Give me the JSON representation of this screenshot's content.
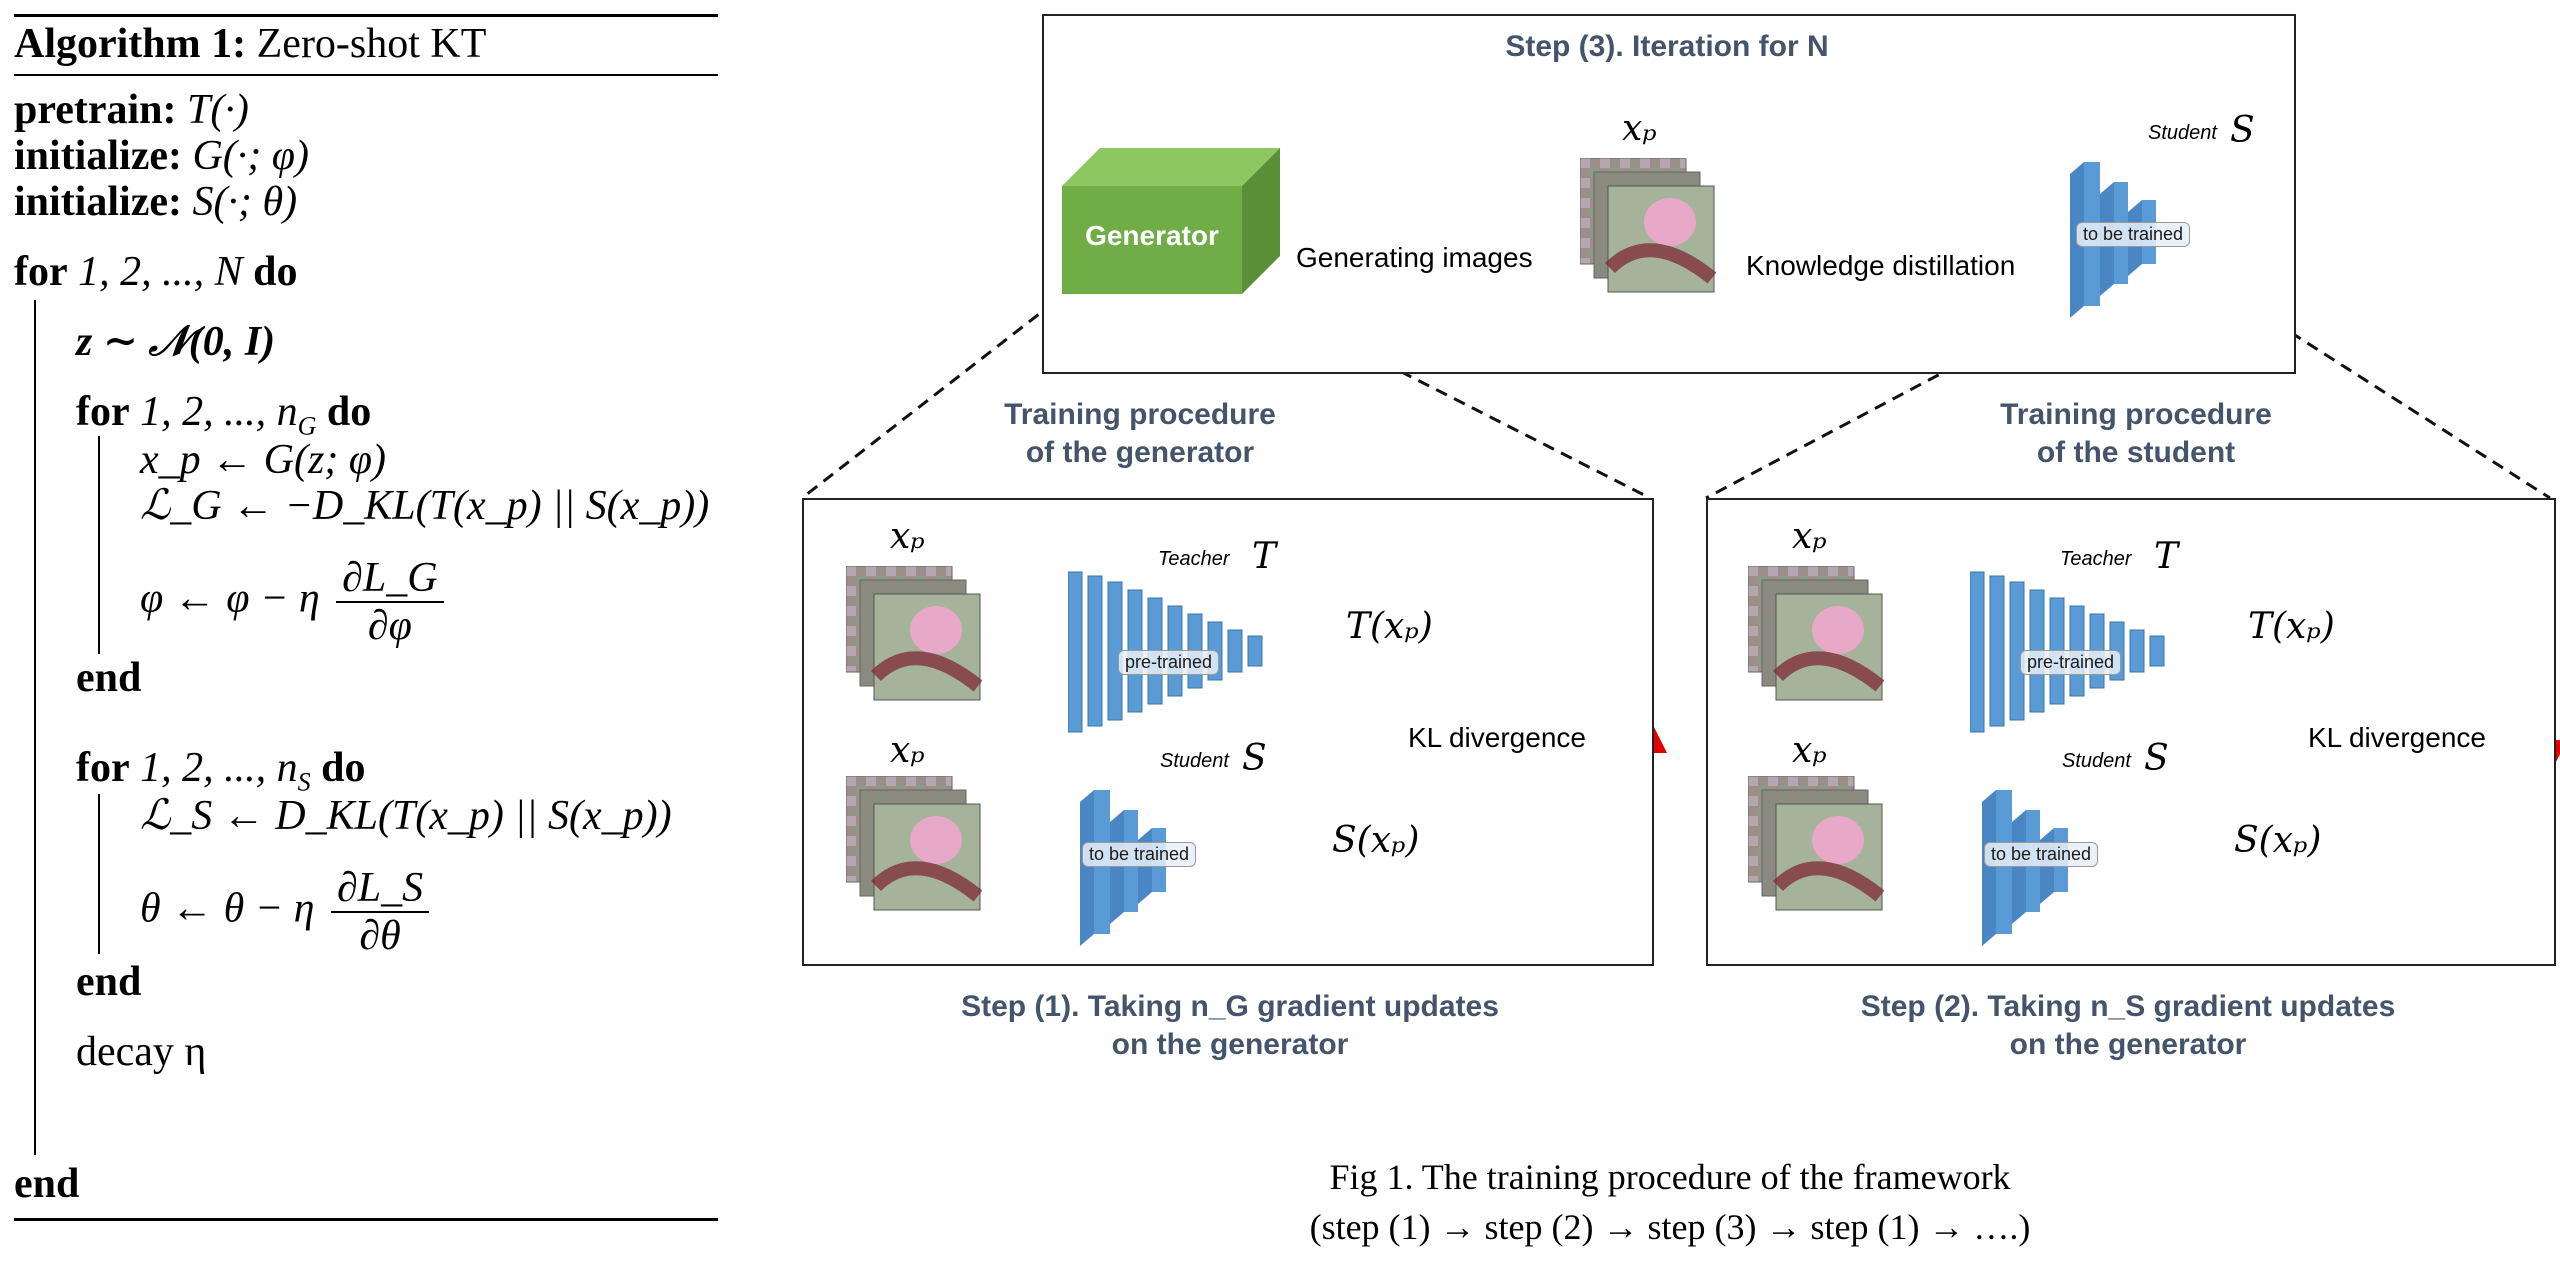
{
  "algorithm": {
    "title_kw": "Algorithm 1:",
    "title": "Zero-shot KT",
    "pretrain_kw": "pretrain:",
    "pretrain": "T(·)",
    "init1_kw": "initialize:",
    "init1": "G(·; φ)",
    "init2_kw": "initialize:",
    "init2": "S(·; θ)",
    "for_kw": "for",
    "for_range": "1, 2, ..., N",
    "do_kw": "do",
    "z_line": "z ∼ 𝒩(0, I)",
    "inner1_for": "for",
    "inner1_range": "1, 2, ..., n",
    "inner1_sub": "G",
    "inner1_do": "do",
    "xp_line": "x_p ← G(z; φ)",
    "lg_line": "ℒ_G ← −D_KL(T(x_p) || S(x_p))",
    "phi_lhs": "φ ← φ − η",
    "phi_num": "∂L_G",
    "phi_den": "∂φ",
    "end1": "end",
    "inner2_for": "for",
    "inner2_range": "1, 2, ..., n",
    "inner2_sub": "S",
    "inner2_do": "do",
    "ls_line": "ℒ_S ← D_KL(T(x_p) || S(x_p))",
    "theta_lhs": "θ ← θ − η",
    "theta_num": "∂L_S",
    "theta_den": "∂θ",
    "end2": "end",
    "decay": "decay η",
    "end_outer": "end"
  },
  "diagram": {
    "step3_title": "Step (3). Iteration for N",
    "generator_label": "Generator",
    "generating_images": "Generating images",
    "knowledge_distillation": "Knowledge distillation",
    "xp": "xₚ",
    "student_word": "Student",
    "student_sym": "S",
    "teacher_word": "Teacher",
    "teacher_sym": "T",
    "to_be_trained": "to be trained",
    "pre_trained": "pre-trained",
    "t_xp": "T(xₚ)",
    "s_xp": "S(xₚ)",
    "kl_divergence": "KL divergence",
    "train_gen_title_1": "Training procedure",
    "train_gen_title_2": "of the generator",
    "train_stu_title_1": "Training procedure",
    "train_stu_title_2": "of the student",
    "step1_line1": "Step (1). Taking n_G gradient updates",
    "step1_line2": "on the generator",
    "step2_line1": "Step (2). Taking n_S gradient updates",
    "step2_line2": "on the generator",
    "caption_line1": "Fig 1. The training procedure of the framework",
    "caption_line2": "(step (1) → step (2) → step (3) → step (1) → ….)"
  },
  "colors": {
    "title_blue": "#44546a",
    "generator_green": "#70ad47",
    "net_blue": "#5b9bd5",
    "arrow_blue": "#2f5597",
    "kl_up": "#e00000",
    "kl_down": "#e00000"
  }
}
